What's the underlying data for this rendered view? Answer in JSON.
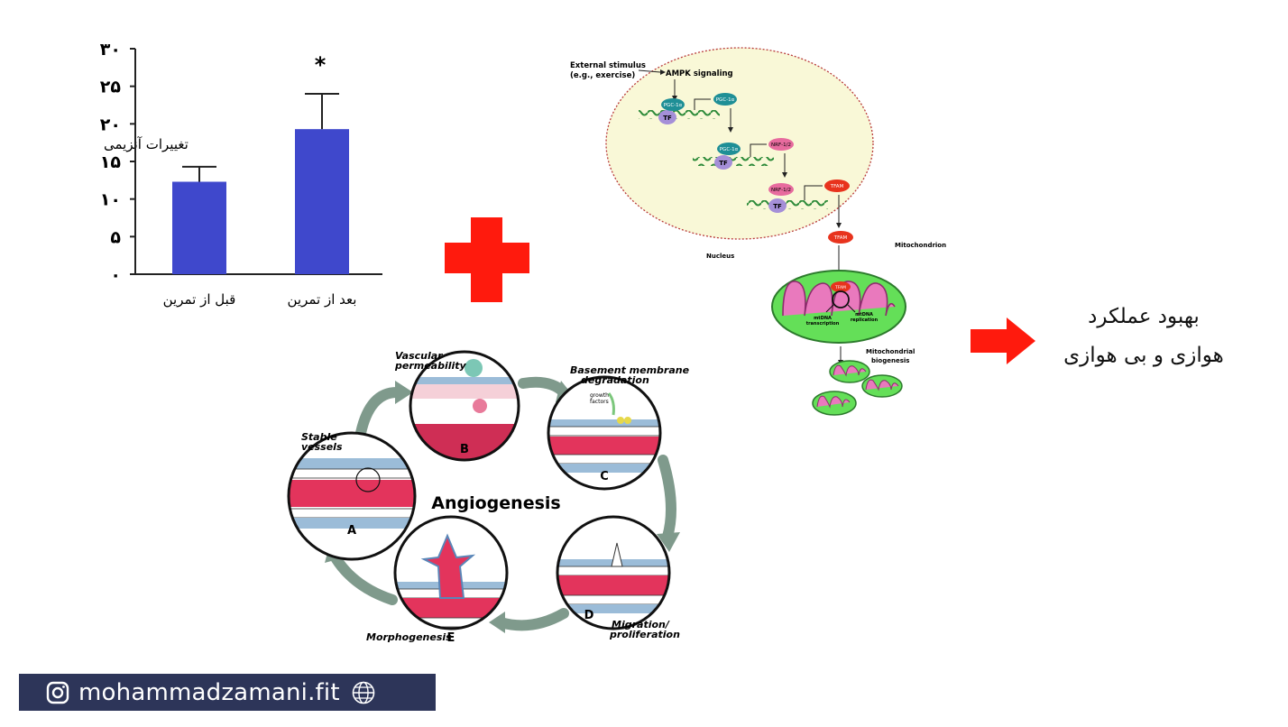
{
  "chart_data": {
    "type": "bar",
    "ylabel": "تغییرات آنزیمی",
    "yticks": [
      "۰",
      "۵",
      "۱۰",
      "۱۵",
      "۲۰",
      "۲۵",
      "۳۰"
    ],
    "ylim": [
      0,
      30
    ],
    "categories": [
      "قبل از تمرین",
      "بعد از تمرین"
    ],
    "values": [
      12.3,
      19.3
    ],
    "errors": [
      2.0,
      4.7
    ],
    "significance": [
      "",
      "*"
    ],
    "bar_color": "#3f48cc",
    "grid": false
  },
  "plus_color": "#ff1a0d",
  "arrow_color": "#ff1a0d",
  "result_text": [
    "بهبود عملکرد",
    "هوازی و بی هوازی"
  ],
  "signaling": {
    "stimulus": [
      "External stimulus",
      "(e.g., exercise)"
    ],
    "ampk": "AMPK signaling",
    "pgc": "PGC-1α",
    "tf": "TF",
    "nrf": "NRF-1/2",
    "tfam": "TFAM",
    "nucleus": "Nucleus",
    "mitochondrion": "Mitochondrion",
    "mtdna_transcription": [
      "mtDNA",
      "transcription"
    ],
    "mtdna_replication": [
      "mtDNA",
      "replication"
    ],
    "biogenesis": [
      "Mitochondrial",
      "biogenesis"
    ]
  },
  "angiogenesis": {
    "title": "Angiogenesis",
    "stages": [
      {
        "letter": "A",
        "label": [
          "Stable",
          "vessels"
        ]
      },
      {
        "letter": "B",
        "label": [
          "Vascular",
          "permeability"
        ]
      },
      {
        "letter": "C",
        "label": [
          "Basement membrane",
          "degradation"
        ]
      },
      {
        "letter": "D",
        "label": [
          "Migration/",
          "proliferation"
        ]
      },
      {
        "letter": "E",
        "label": [
          "Morphogenesis"
        ]
      }
    ],
    "growth_factors": [
      "growth",
      "factors"
    ]
  },
  "footer": {
    "handle": "mohammadzamani.fit",
    "left_icon": "instagram-icon",
    "right_icon": "globe-icon"
  }
}
